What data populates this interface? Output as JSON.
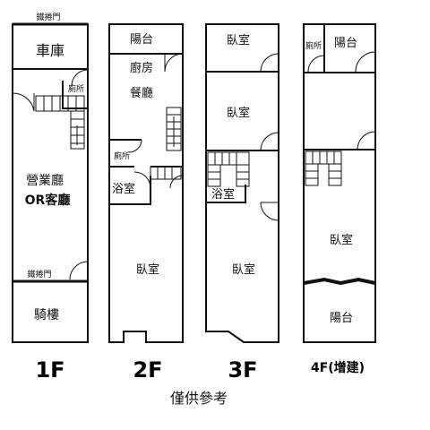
{
  "floors": [
    {
      "label": "1F",
      "rooms": {
        "gate_top": "鐵捲門",
        "garage": "車庫",
        "toilet": "廁所",
        "business_hall": "營業廳",
        "or_living": "OR客廳",
        "gate_bottom": "鐵捲門",
        "arcade": "騎樓"
      }
    },
    {
      "label": "2F",
      "rooms": {
        "balcony": "陽台",
        "kitchen": "廚房",
        "dining": "餐廳",
        "toilet": "廁所",
        "bath": "浴室",
        "bedroom": "臥室"
      }
    },
    {
      "label": "3F",
      "rooms": {
        "bedroom_top": "臥室",
        "bedroom_mid": "臥室",
        "bath": "浴室",
        "bedroom_bottom": "臥室"
      }
    },
    {
      "label": "4F(增建)",
      "rooms": {
        "toilet": "廁所",
        "balcony_top": "陽台",
        "bedroom": "臥室",
        "balcony_bottom": "陽台"
      }
    }
  ],
  "note": "僅供參考"
}
